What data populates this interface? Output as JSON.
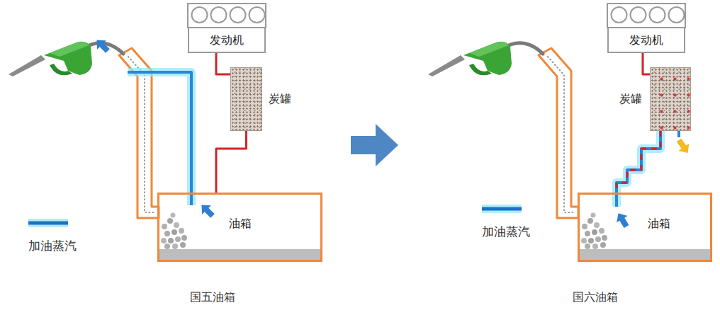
{
  "diagram": {
    "nodes": [
      {
        "text": [
          "发动机"
        ]
      },
      {
        "text": [
          "炭罐"
        ]
      },
      {
        "text": [
          "油箱"
        ]
      },
      {
        "text": [
          "发动机"
        ]
      },
      {
        "text": [
          "炭罐"
        ]
      },
      {
        "text": [
          "油箱"
        ]
      }
    ],
    "edges": [
      {
        "from": 0,
        "to": 1,
        "arrow": "none"
      },
      {
        "from": 1,
        "to": 2,
        "arrow": "none"
      },
      {
        "from": 3,
        "to": 4,
        "arrow": "none"
      },
      {
        "from": 4,
        "to": 5,
        "arrow": "none"
      }
    ],
    "labels": [
      "国五油箱",
      "国六油箱"
    ],
    "legend": [
      {
        "text": "加油蒸汽"
      },
      {
        "text": "加油蒸汽"
      }
    ]
  }
}
